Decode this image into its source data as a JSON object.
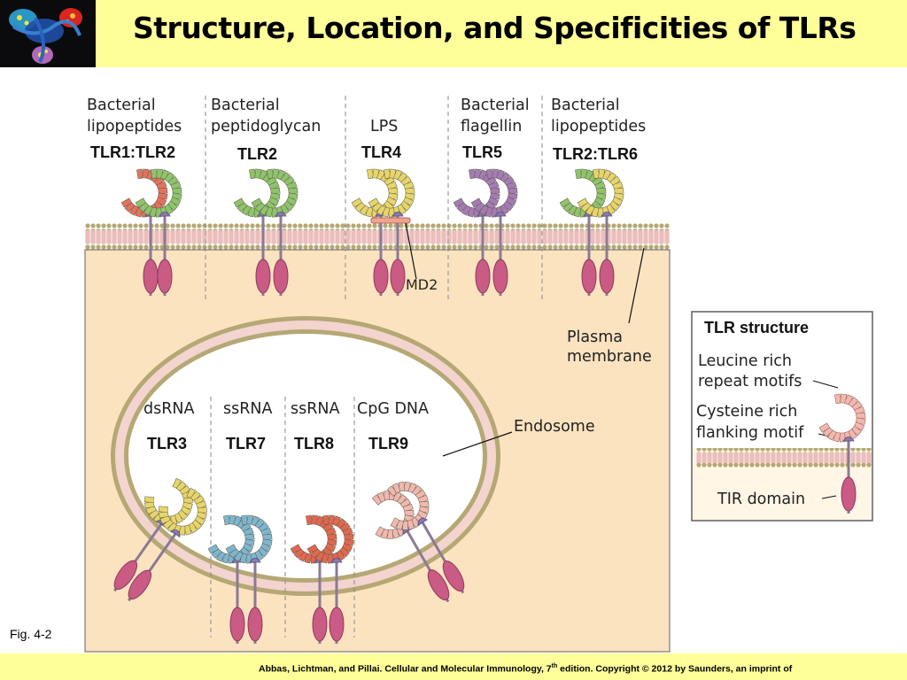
{
  "slide": {
    "title": "Structure, Location, and Specificities of TLRs",
    "figure_label": "Fig. 4-2",
    "footer": {
      "text_before_sup": "Abbas, Lichtman, and Pillai. Cellular and Molecular Immunology, 7",
      "sup": "th",
      "text_after_sup": " edition. Copyright © 2012 by Saunders, an imprint of"
    },
    "logo": "protein-structure-image"
  },
  "diagram": {
    "surface_receptors": [
      {
        "ligand_line1": "Bacterial",
        "ligand_line2": "lipopeptides",
        "name": "TLR1:TLR2",
        "colors": [
          "#e2735f",
          "#8fc46a"
        ]
      },
      {
        "ligand_line1": "Bacterial",
        "ligand_line2": "peptidoglycan",
        "name": "TLR2",
        "colors": [
          "#8fc46a",
          "#8fc46a"
        ]
      },
      {
        "ligand_line1": "",
        "ligand_line2": "LPS",
        "name": "TLR4",
        "colors": [
          "#e8d56a",
          "#e8d56a"
        ]
      },
      {
        "ligand_line1": "Bacterial",
        "ligand_line2": "flagellin",
        "name": "TLR5",
        "colors": [
          "#a57bb4",
          "#a57bb4"
        ]
      },
      {
        "ligand_line1": "Bacterial",
        "ligand_line2": "lipopeptides",
        "name": "TLR2:TLR6",
        "colors": [
          "#8fc46a",
          "#e8d56a"
        ]
      }
    ],
    "endosomal_receptors": [
      {
        "ligand": "dsRNA",
        "name": "TLR3",
        "color": "#e8d56a"
      },
      {
        "ligand": "ssRNA",
        "name": "TLR7",
        "color": "#7fb5cf"
      },
      {
        "ligand": "ssRNA",
        "name": "TLR8",
        "color": "#e0684f"
      },
      {
        "ligand": "CpG DNA",
        "name": "TLR9",
        "color": "#f0b8ae"
      }
    ],
    "callouts": {
      "md2": "MD2",
      "plasma_membrane_line1": "Plasma",
      "plasma_membrane_line2": "membrane",
      "endosome": "Endosome"
    },
    "inset": {
      "title": "TLR structure",
      "lrr_line1": "Leucine rich",
      "lrr_line2": "repeat motifs",
      "cys_line1": "Cysteine rich",
      "cys_line2": "flanking motif",
      "tir": "TIR domain"
    },
    "palette": {
      "cytoplasm": "#fce3c0",
      "membrane_head": "#b5a874",
      "membrane_tail": "#f0c6c2",
      "tir_domain": "#c95b85",
      "stalk": "#8b7a93",
      "cys_cap": "#8a7bb0"
    }
  }
}
